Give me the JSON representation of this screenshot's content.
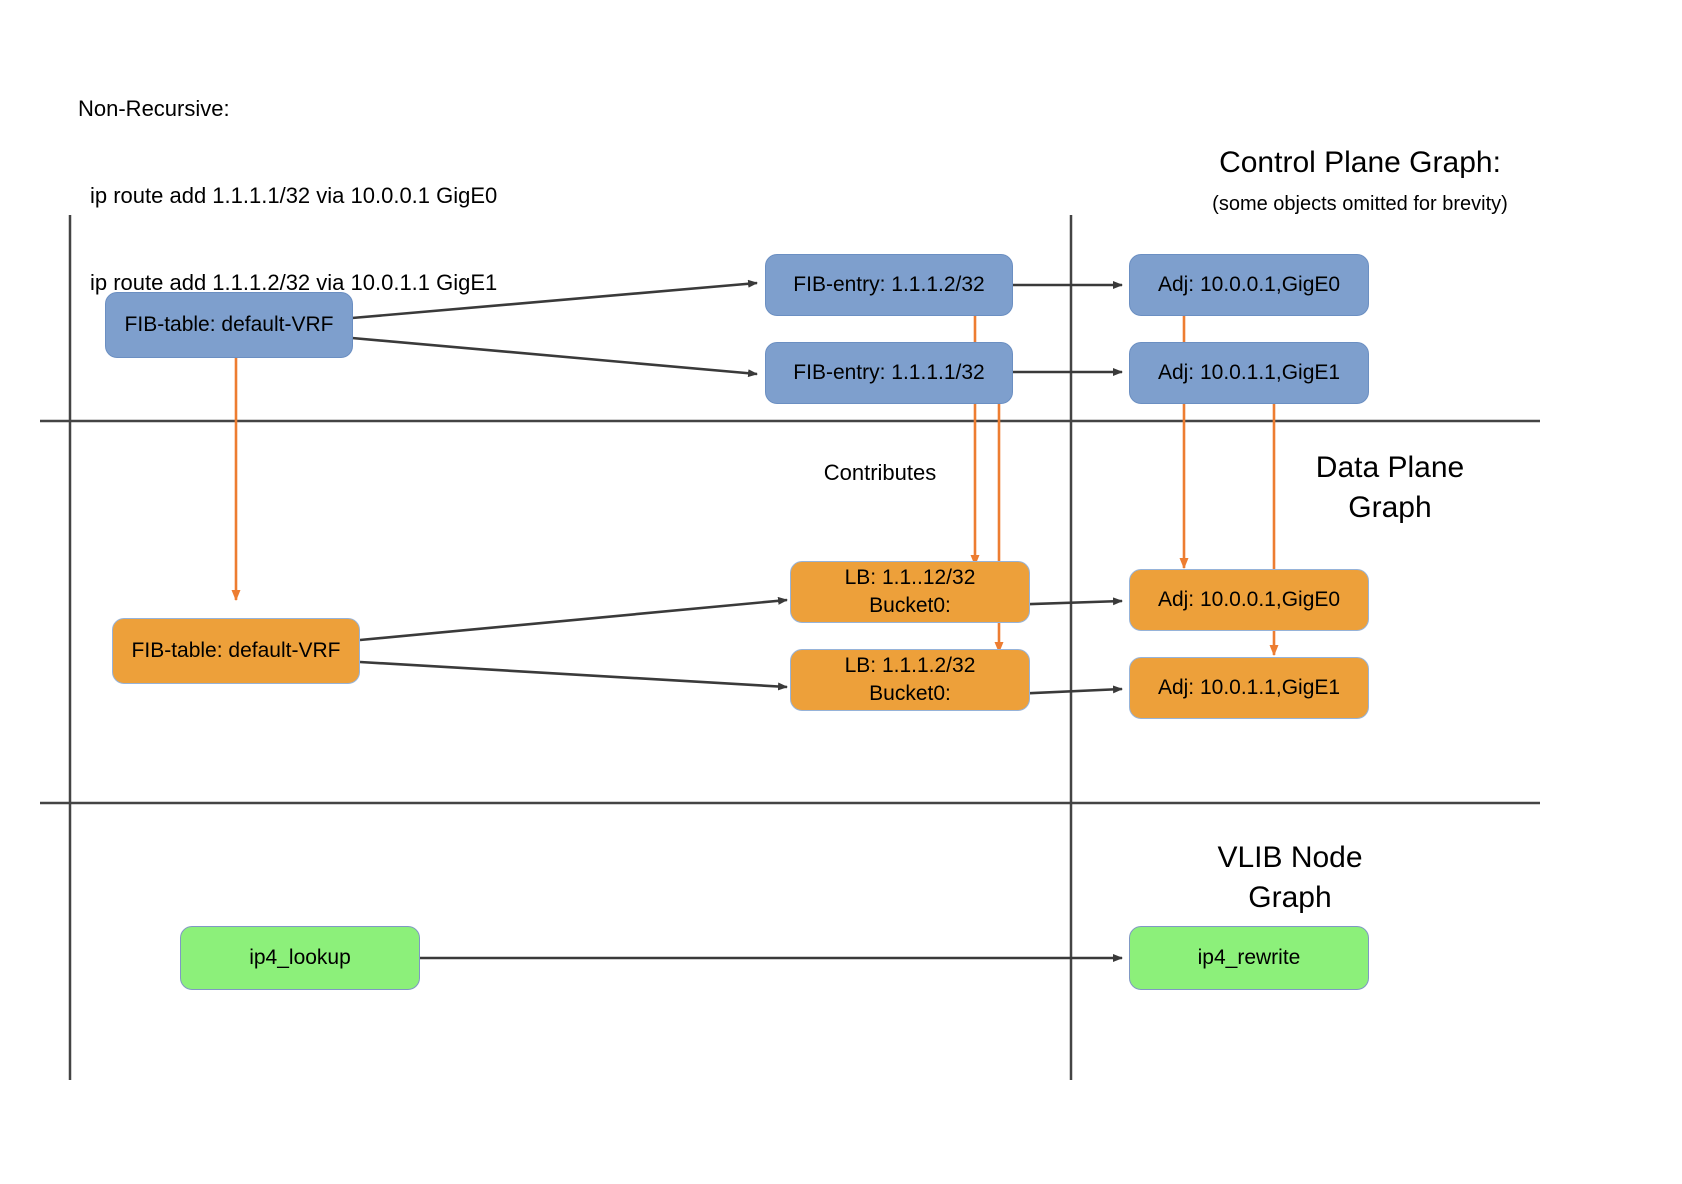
{
  "header": {
    "title": "Non-Recursive:",
    "line1": "ip route add 1.1.1.1/32 via 10.0.0.1 GigE0",
    "line2": "ip route add 1.1.1.2/32 via 10.0.1.1 GigE1"
  },
  "sections": {
    "control_plane": {
      "title": "Control Plane Graph:",
      "subtitle": "(some objects omitted for brevity)"
    },
    "data_plane": {
      "title_line1": "Data Plane",
      "title_line2": "Graph"
    },
    "vlib": {
      "title_line1": "VLIB Node",
      "title_line2": "Graph"
    }
  },
  "labels": {
    "contributes": "Contributes"
  },
  "nodes": {
    "control": [
      {
        "id": "cp-fib-table",
        "label": "FIB-table: default-VRF"
      },
      {
        "id": "cp-fib-entry-2",
        "label": "FIB-entry: 1.1.1.2/32"
      },
      {
        "id": "cp-fib-entry-1",
        "label": "FIB-entry: 1.1.1.1/32"
      },
      {
        "id": "cp-adj-0",
        "label": "Adj: 10.0.0.1,GigE0"
      },
      {
        "id": "cp-adj-1",
        "label": "Adj: 10.0.1.1,GigE1"
      }
    ],
    "data": [
      {
        "id": "dp-fib-table",
        "label": "FIB-table: default-VRF"
      },
      {
        "id": "dp-lb-0",
        "label": "LB: 1.1..12/32",
        "label2": "Bucket0:"
      },
      {
        "id": "dp-lb-1",
        "label": "LB: 1.1.1.2/32",
        "label2": "Bucket0:"
      },
      {
        "id": "dp-adj-0",
        "label": "Adj: 10.0.0.1,GigE0"
      },
      {
        "id": "dp-adj-1",
        "label": "Adj: 10.0.1.1,GigE1"
      }
    ],
    "vlib": [
      {
        "id": "vlib-lookup",
        "label": "ip4_lookup"
      },
      {
        "id": "vlib-rewrite",
        "label": "ip4_rewrite"
      }
    ]
  },
  "colors": {
    "control_plane_fill": "#7e9fcd",
    "data_plane_fill": "#eda03a",
    "vlib_fill": "#8cf07a",
    "node_border": "#8098c4",
    "arrow_black": "#3a3a3a",
    "arrow_orange": "#ed7d31",
    "divider": "#444444"
  }
}
